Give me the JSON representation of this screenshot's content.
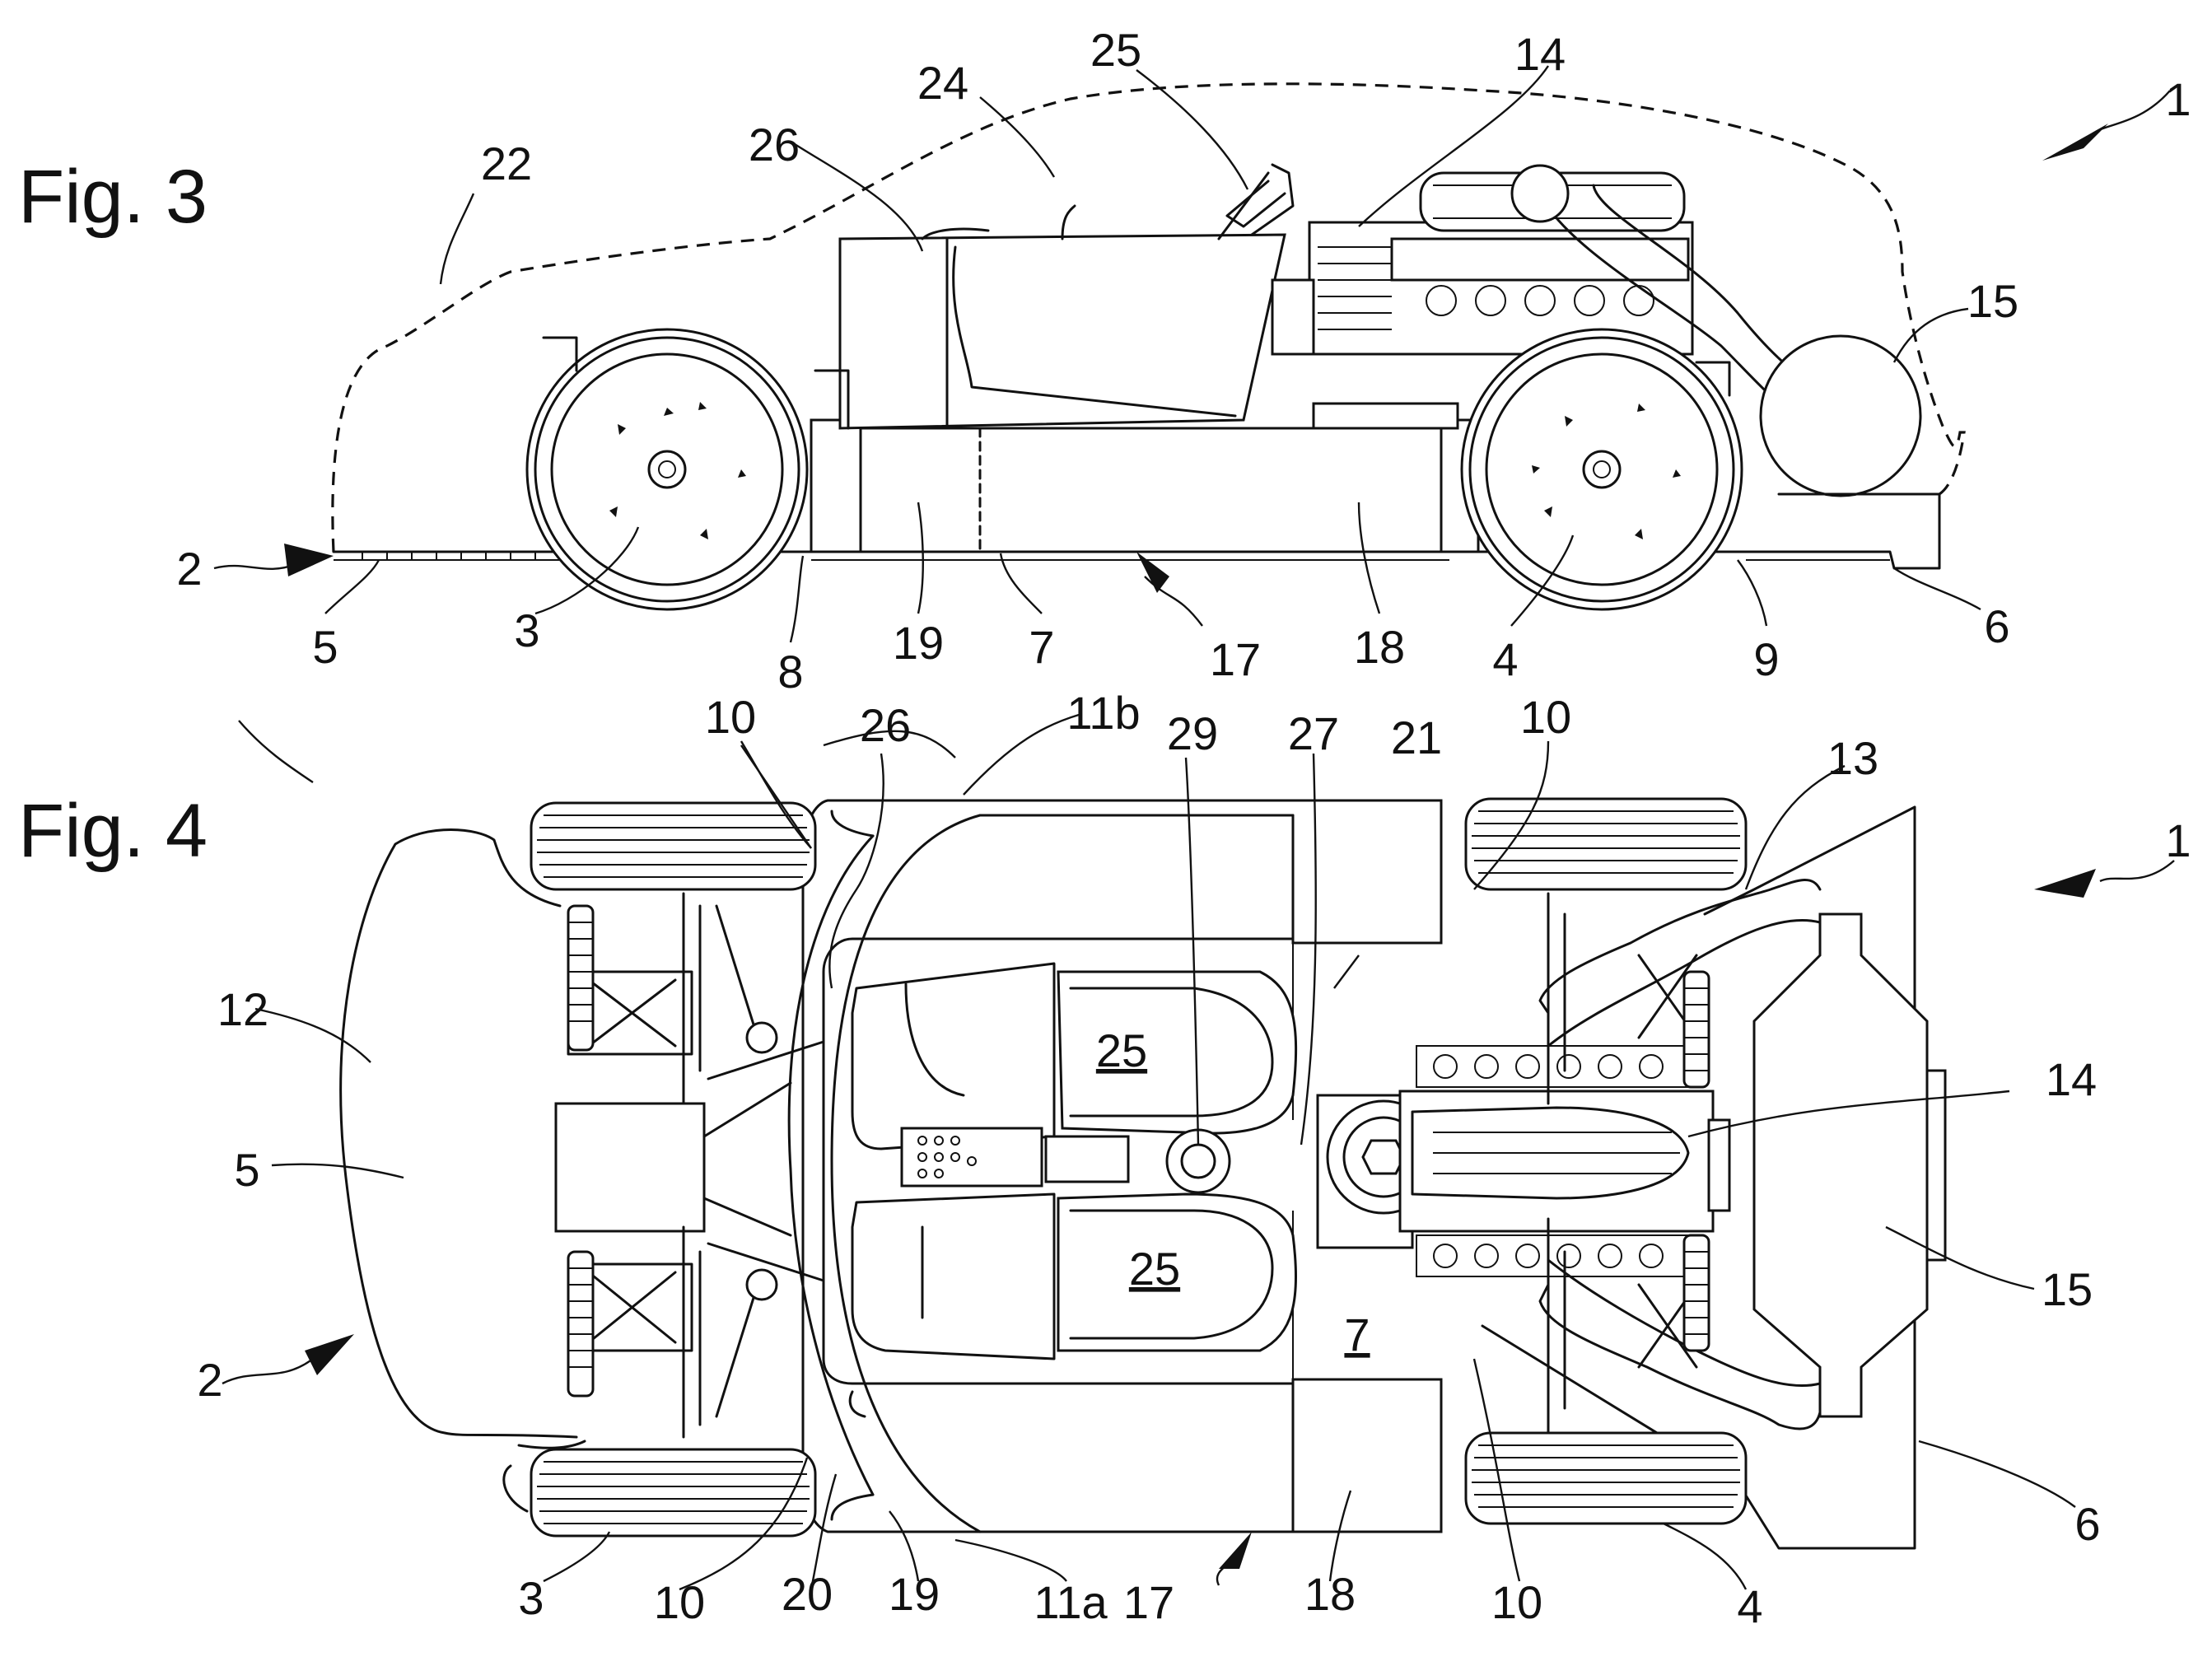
{
  "fig3": {
    "title": "Fig. 3",
    "labels": [
      "1",
      "2",
      "3",
      "4",
      "5",
      "6",
      "7",
      "8",
      "9",
      "14",
      "15",
      "17",
      "18",
      "19",
      "22",
      "24",
      "25",
      "26"
    ]
  },
  "fig4": {
    "title": "Fig. 4",
    "labels": [
      "1",
      "2",
      "3",
      "4",
      "5",
      "6",
      "7",
      "10",
      "10",
      "10",
      "10",
      "11a",
      "11b",
      "12",
      "13",
      "14",
      "15",
      "17",
      "18",
      "19",
      "20",
      "21",
      "25",
      "25",
      "26",
      "27",
      "29"
    ]
  }
}
